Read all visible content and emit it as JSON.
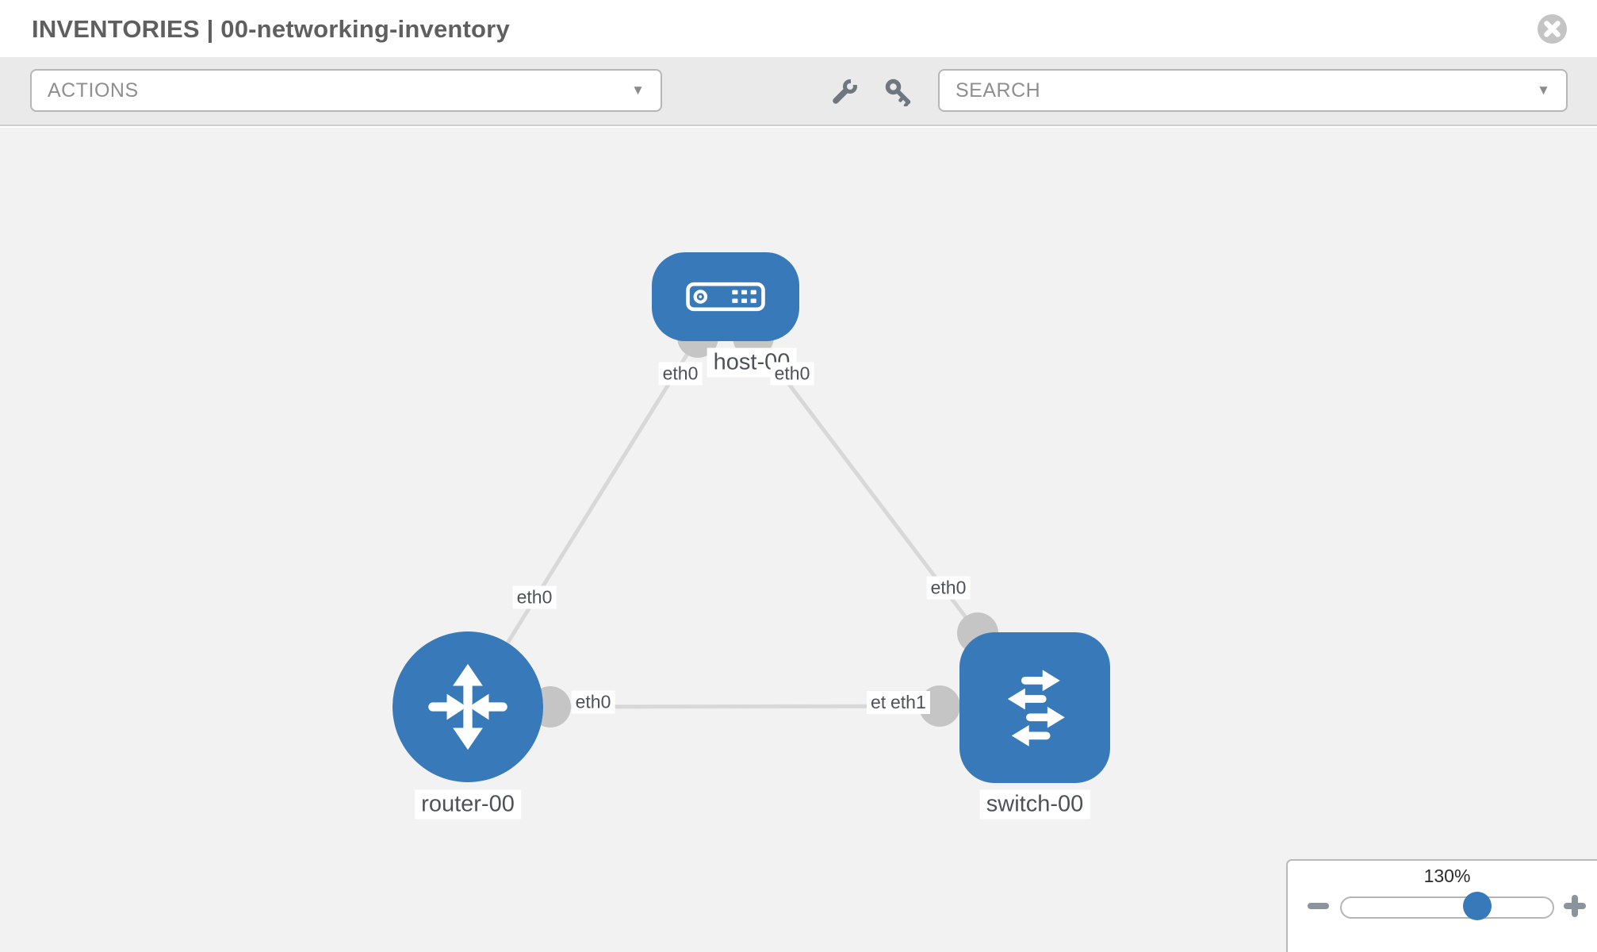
{
  "header": {
    "title": "INVENTORIES | 00-networking-inventory"
  },
  "toolbar": {
    "actions_label": "ACTIONS",
    "search_label": "SEARCH"
  },
  "icons": {
    "caret": "▼",
    "close": "✕",
    "wrench": "wrench",
    "key": "key",
    "zoom_out": "−",
    "zoom_in": "+"
  },
  "topology": {
    "nodes": [
      {
        "label": "host-00",
        "type": "host"
      },
      {
        "label": "router-00",
        "type": "router"
      },
      {
        "label": "switch-00",
        "type": "switch"
      }
    ],
    "links": [
      {
        "from": "host-00",
        "from_iface": "eth0",
        "to": "router-00",
        "to_iface": "eth0"
      },
      {
        "from": "host-00",
        "from_iface": "eth0",
        "to": "switch-00",
        "to_iface": "eth0"
      },
      {
        "from": "router-00",
        "from_iface": "eth0",
        "to": "switch-00",
        "to_iface": "eth1"
      }
    ],
    "iface_labels": {
      "host_to_router": "eth0",
      "host_to_switch": "eth0",
      "router_from_host": "eth0",
      "switch_from_host": "eth0",
      "router_to_switch": "eth0",
      "switch_mid_under": "eth0",
      "switch_mid_over": "eth1"
    }
  },
  "zoom_control": {
    "value": "130%",
    "percent": 64
  },
  "colors": {
    "node_blue": "#3879b9",
    "link_gray": "#d8d8d8",
    "connector_gray": "#c5c5c5",
    "canvas_bg": "#f2f2f2",
    "toolbar_bg": "#eaeaea"
  }
}
